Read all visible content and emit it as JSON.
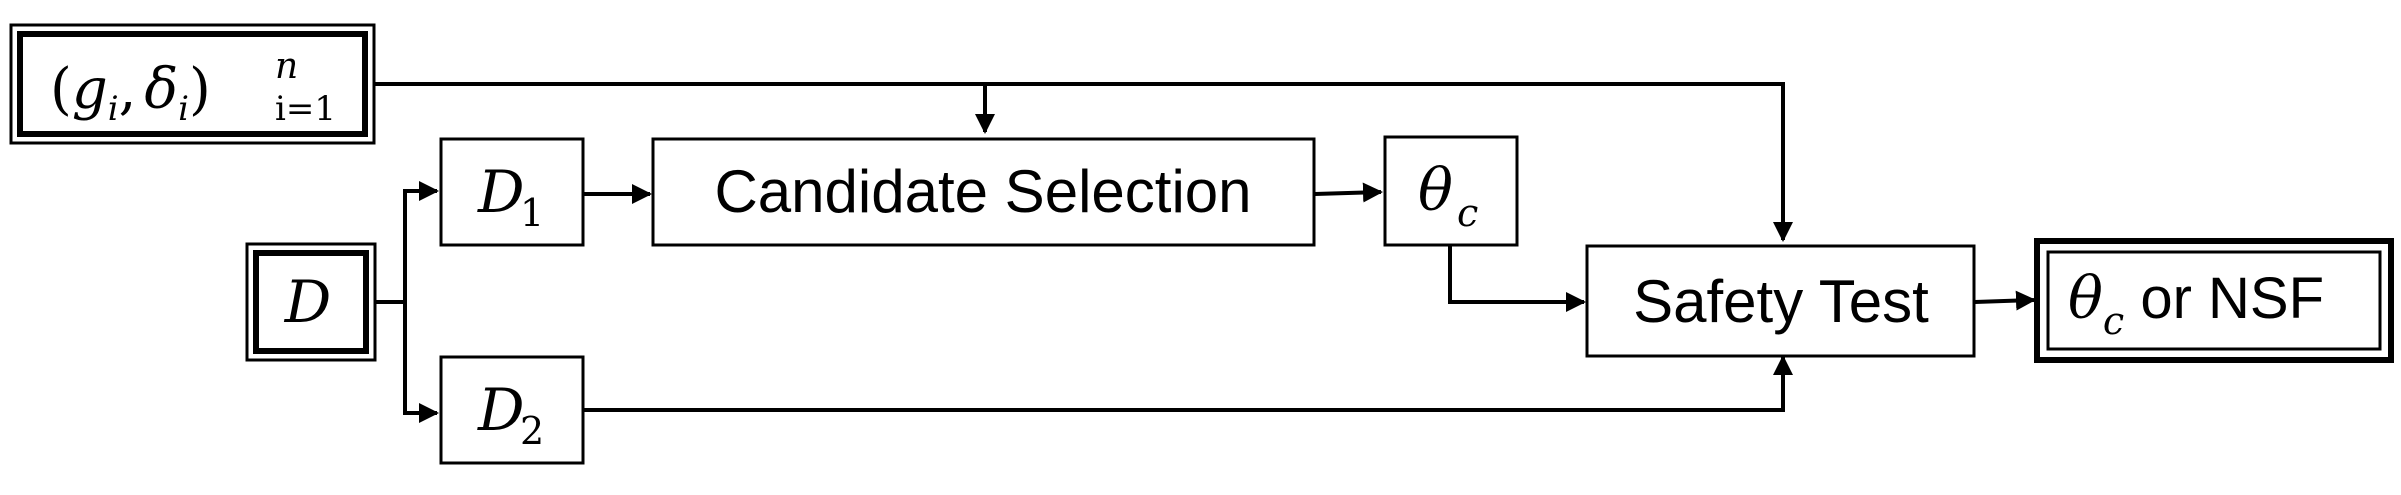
{
  "nodes": {
    "constraints": {
      "paren_open": "(",
      "g": "g",
      "g_sub": "i",
      "comma": ",",
      "delta": "δ",
      "delta_sub": "i",
      "paren_close": ")",
      "sup": "n",
      "sub": "i=1"
    },
    "data": {
      "label": "D"
    },
    "d1": {
      "label": "D",
      "sub": "1"
    },
    "d2": {
      "label": "D",
      "sub": "2"
    },
    "candidate_selection": {
      "label": "Candidate Selection"
    },
    "theta_c": {
      "label": "θ",
      "sub": "c"
    },
    "safety_test": {
      "label": "Safety Test"
    },
    "output": {
      "theta": "θ",
      "sub": "c",
      "rest": " or NSF"
    }
  },
  "colors": {
    "stroke": "#000000",
    "background": "#ffffff"
  }
}
